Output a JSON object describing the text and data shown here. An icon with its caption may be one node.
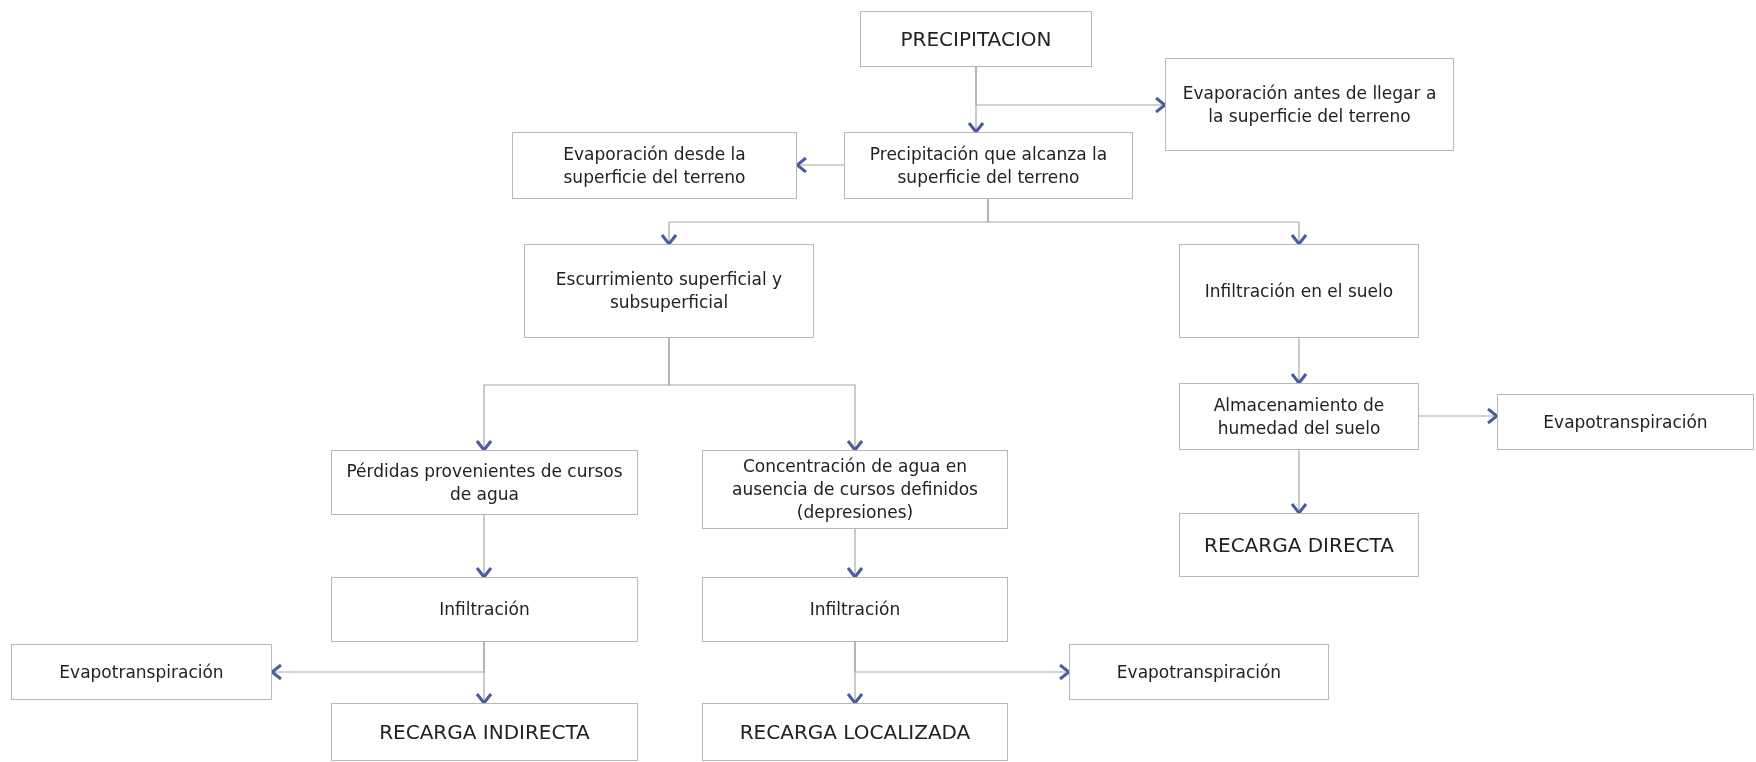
{
  "diagram": {
    "nodes": [
      {
        "text": [
          "PRECIPITACION"
        ]
      },
      {
        "text": [
          "Evaporación antes de llegar a la superficie del terreno"
        ]
      },
      {
        "text": [
          "Evaporación desde la superficie del terreno"
        ]
      },
      {
        "text": [
          "Precipitación que alcanza la superficie del terreno"
        ]
      },
      {
        "text": [
          "Escurrimiento superficial y subsuperficial"
        ]
      },
      {
        "text": [
          "Infiltración en el suelo"
        ]
      },
      {
        "text": [
          "Almacenamiento de humedad del suelo"
        ]
      },
      {
        "text": [
          "Evapotranspiración"
        ]
      },
      {
        "text": [
          "Pérdidas provenientes de cursos de agua"
        ]
      },
      {
        "text": [
          "Concentración de agua en ausencia de cursos definidos (depresiones)"
        ]
      },
      {
        "text": [
          "RECARGA DIRECTA"
        ]
      },
      {
        "text": [
          "Infiltración"
        ]
      },
      {
        "text": [
          "Infiltración"
        ]
      },
      {
        "text": [
          "Evapotranspiración"
        ]
      },
      {
        "text": [
          "Evapotranspiración"
        ]
      },
      {
        "text": [
          "RECARGA INDIRECTA"
        ]
      },
      {
        "text": [
          "RECARGA LOCALIZADA"
        ]
      }
    ],
    "edges": [
      {
        "from": 0,
        "to": 3,
        "arrow": "to"
      },
      {
        "from": 0,
        "to": 1,
        "arrow": "to"
      },
      {
        "from": 3,
        "to": 2,
        "arrow": "to"
      },
      {
        "from": 3,
        "to": 4,
        "arrow": "to"
      },
      {
        "from": 3,
        "to": 5,
        "arrow": "to"
      },
      {
        "from": 4,
        "to": 8,
        "arrow": "to"
      },
      {
        "from": 4,
        "to": 9,
        "arrow": "to"
      },
      {
        "from": 5,
        "to": 6,
        "arrow": "to"
      },
      {
        "from": 6,
        "to": 7,
        "arrow": "to"
      },
      {
        "from": 6,
        "to": 10,
        "arrow": "to"
      },
      {
        "from": 8,
        "to": 11,
        "arrow": "to"
      },
      {
        "from": 9,
        "to": 12,
        "arrow": "to"
      },
      {
        "from": 11,
        "to": 15,
        "arrow": "to"
      },
      {
        "from": 11,
        "to": 13,
        "arrow": "to"
      },
      {
        "from": 12,
        "to": 16,
        "arrow": "to"
      },
      {
        "from": 12,
        "to": 14,
        "arrow": "to"
      }
    ]
  }
}
